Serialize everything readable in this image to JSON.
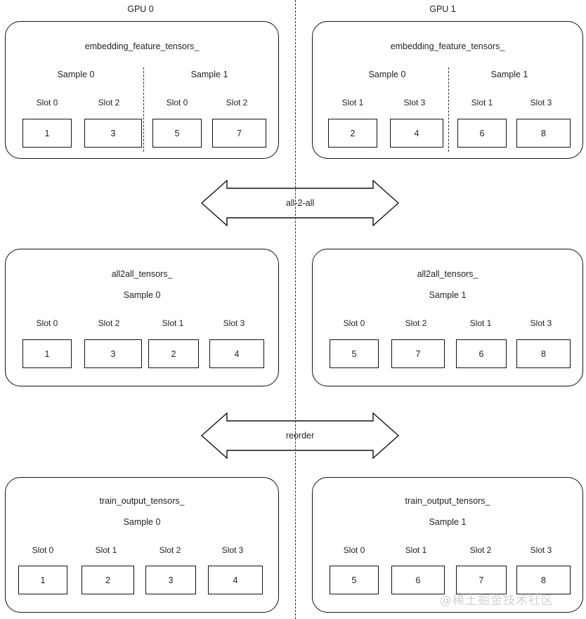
{
  "diagram": {
    "title": "GPU embedding all-2-all and reorder dataflow",
    "divider_style": "dashed",
    "colors": {
      "stroke": "#111111",
      "text": "#1f1f1f",
      "background": "#ffffff",
      "watermark": "#d2d2d2"
    },
    "headers": [
      {
        "label": "GPU 0"
      },
      {
        "label": "GPU 1"
      }
    ],
    "watermark": "@稀土掘金技术社区",
    "rows": [
      {
        "id": "embedding-feature-tensors",
        "panels": [
          {
            "gpu": "GPU 0",
            "title": "embedding_feature_tensors_",
            "has_inner_divider": true,
            "groups": [
              {
                "label": "Sample 0",
                "slots": [
                  {
                    "label": "Slot 0",
                    "value": "1"
                  },
                  {
                    "label": "Slot 2",
                    "value": "3"
                  }
                ]
              },
              {
                "label": "Sample 1",
                "slots": [
                  {
                    "label": "Slot 0",
                    "value": "5"
                  },
                  {
                    "label": "Slot 2",
                    "value": "7"
                  }
                ]
              }
            ]
          },
          {
            "gpu": "GPU 1",
            "title": "embedding_feature_tensors_",
            "has_inner_divider": true,
            "groups": [
              {
                "label": "Sample 0",
                "slots": [
                  {
                    "label": "Slot 1",
                    "value": "2"
                  },
                  {
                    "label": "Slot 3",
                    "value": "4"
                  }
                ]
              },
              {
                "label": "Sample 1",
                "slots": [
                  {
                    "label": "Slot 1",
                    "value": "6"
                  },
                  {
                    "label": "Slot 3",
                    "value": "8"
                  }
                ]
              }
            ]
          }
        ]
      },
      {
        "id": "all2all-tensors",
        "panels": [
          {
            "gpu": "GPU 0",
            "title": "all2all_tensors_",
            "has_inner_divider": false,
            "groups": [
              {
                "label": "Sample 0",
                "slots": [
                  {
                    "label": "Slot 0",
                    "value": "1"
                  },
                  {
                    "label": "Slot 2",
                    "value": "3"
                  },
                  {
                    "label": "Slot 1",
                    "value": "2"
                  },
                  {
                    "label": "Slot 3",
                    "value": "4"
                  }
                ]
              }
            ]
          },
          {
            "gpu": "GPU 1",
            "title": "all2all_tensors_",
            "has_inner_divider": false,
            "groups": [
              {
                "label": "Sample 1",
                "slots": [
                  {
                    "label": "Slot 0",
                    "value": "5"
                  },
                  {
                    "label": "Slot 2",
                    "value": "7"
                  },
                  {
                    "label": "Slot 1",
                    "value": "6"
                  },
                  {
                    "label": "Slot 3",
                    "value": "8"
                  }
                ]
              }
            ]
          }
        ]
      },
      {
        "id": "train-output-tensors",
        "panels": [
          {
            "gpu": "GPU 0",
            "title": "train_output_tensors_",
            "has_inner_divider": false,
            "groups": [
              {
                "label": "Sample 0",
                "slots": [
                  {
                    "label": "Slot 0",
                    "value": "1"
                  },
                  {
                    "label": "Slot 1",
                    "value": "2"
                  },
                  {
                    "label": "Slot 2",
                    "value": "3"
                  },
                  {
                    "label": "Slot 3",
                    "value": "4"
                  }
                ]
              }
            ]
          },
          {
            "gpu": "GPU 1",
            "title": "train_output_tensors_",
            "has_inner_divider": false,
            "groups": [
              {
                "label": "Sample 1",
                "slots": [
                  {
                    "label": "Slot 0",
                    "value": "5"
                  },
                  {
                    "label": "Slot 1",
                    "value": "6"
                  },
                  {
                    "label": "Slot 2",
                    "value": "7"
                  },
                  {
                    "label": "Slot 3",
                    "value": "8"
                  }
                ]
              }
            ]
          }
        ]
      }
    ],
    "arrows": [
      {
        "id": "all-2-all-arrow",
        "label": "all-2-all"
      },
      {
        "id": "reorder-arrow",
        "label": "reorder"
      }
    ]
  }
}
